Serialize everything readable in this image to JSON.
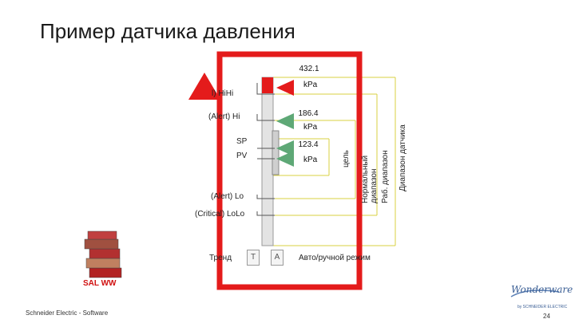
{
  "slide": {
    "title": "Пример датчика давления",
    "footer_left": "Schneider Electric - Software",
    "page_number": "24",
    "logo_text": "SAL WW",
    "brand_script": "Wonderware",
    "brand_sub": "by SCHNEIDER ELECTRIC"
  },
  "gauge": {
    "top_value": "432.1",
    "critical_hihi": "l) HiHi",
    "hihi_unit": "kPa",
    "alert_hi": "(Alert) Hi",
    "hi_value": "186.4",
    "hi_unit": "kPa",
    "sp_label": "SP",
    "pv_label": "PV",
    "pv_value": "123.4",
    "pv_unit": "kPa",
    "alert_lo": "(Alert) Lo",
    "critical_lolo": "(Critical) LoLo",
    "trend_label": "Тренд",
    "btn_t": "T",
    "btn_a": "A",
    "mode_label": "Авто/ручной режим"
  },
  "ranges": {
    "goal": "цель",
    "normal": "Нормальный",
    "range1": "диапазон",
    "work": "Раб. диапазон",
    "sensor": "Диапазон датчика"
  },
  "colors": {
    "frame": "#e41b1b",
    "alarm_red": "#e41b1b",
    "alert_green": "#5ea876",
    "range_yellow": "#d8d040"
  }
}
